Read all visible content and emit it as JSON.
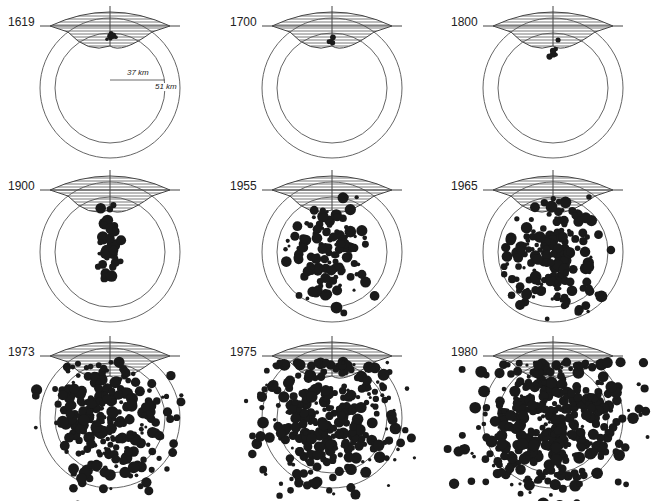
{
  "diagram": {
    "labels": [
      "1619",
      "1700",
      "1800",
      "1900",
      "1955",
      "1965",
      "1973",
      "1975",
      "1980",
      "37 km",
      "51 km"
    ]
  }
}
